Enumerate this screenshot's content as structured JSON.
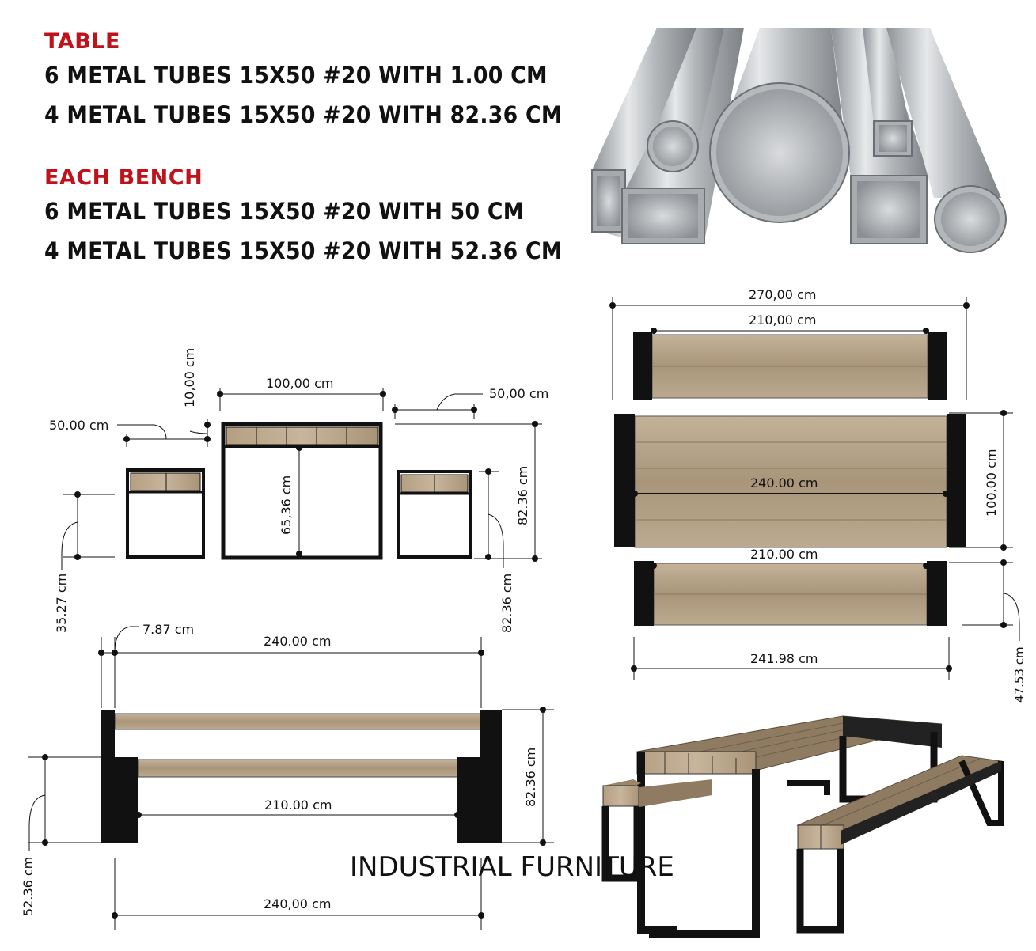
{
  "colors": {
    "heading": "#c0121b",
    "text": "#111111",
    "frame": "#111111",
    "wood_light": "#b8a58a",
    "wood_dark": "#8f7c63",
    "metal": "#b9bcbf"
  },
  "specs": {
    "table": {
      "heading": "TABLE",
      "lines": [
        "6 METAL TUBES 15X50 #20 WITH 1.00 CM",
        "4 METAL TUBES 15X50 #20 WITH 82.36 CM"
      ]
    },
    "bench": {
      "heading": "EACH BENCH",
      "lines": [
        "6 METAL TUBES 15X50 #20 WITH 50 CM",
        "4 METAL TUBES 15X50 #20 WITH 52.36 CM"
      ]
    }
  },
  "front_view": {
    "bench_width": "50.00 cm",
    "top_thickness": "10,00 cm",
    "table_width": "100,00 cm",
    "right_bench_width": "50,00 cm",
    "inner_height": "65,36 cm",
    "table_height": "82.36 cm",
    "bench_height": "35.27 cm",
    "right_height": "82.36 cm"
  },
  "side_view": {
    "leg_offset": "7.87 cm",
    "top_length": "240.00 cm",
    "inner_length": "210.00 cm",
    "height": "82.36 cm",
    "bench_height": "52.36 cm",
    "bottom_length": "240,00 cm"
  },
  "top_view": {
    "overall_length": "270,00 cm",
    "bench_inner_top": "210,00 cm",
    "table_length": "240.00 cm",
    "bench_inner_bottom": "210,00 cm",
    "bench_overall": "241.98 cm",
    "table_depth": "100,00 cm",
    "bench_depth": "47.53 cm"
  },
  "caption": "INDUSTRIAL FURNITURE",
  "icons": [
    "metal-tubes-image",
    "picnic-set-3d-render"
  ]
}
